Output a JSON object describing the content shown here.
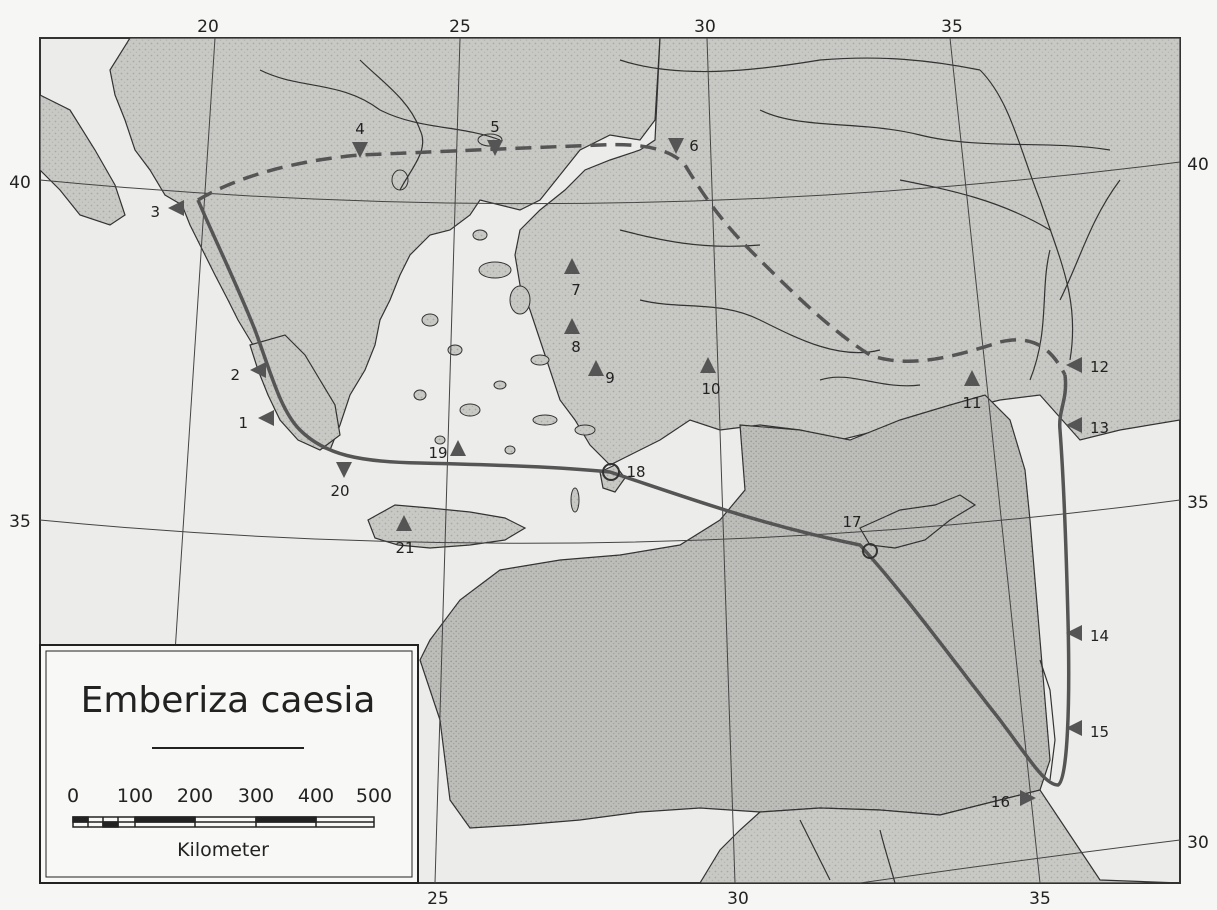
{
  "map": {
    "species": "Emberiza caesia",
    "scale": {
      "ticks": [
        "0",
        "100",
        "200",
        "300",
        "400",
        "500"
      ],
      "unit": "Kilometer"
    },
    "graticule": {
      "top_longitudes": [
        "20",
        "25",
        "30",
        "35"
      ],
      "bottom_longitudes": [
        "25",
        "30",
        "35"
      ],
      "left_latitudes": [
        "40",
        "35"
      ],
      "right_latitudes": [
        "40",
        "35",
        "30"
      ]
    },
    "sites": [
      {
        "label": "1",
        "dir": "right"
      },
      {
        "label": "2",
        "dir": "right"
      },
      {
        "label": "3",
        "dir": "right"
      },
      {
        "label": "4",
        "dir": "down"
      },
      {
        "label": "5",
        "dir": "down"
      },
      {
        "label": "6",
        "dir": "down"
      },
      {
        "label": "7",
        "dir": "up"
      },
      {
        "label": "8",
        "dir": "up"
      },
      {
        "label": "9",
        "dir": "up"
      },
      {
        "label": "10",
        "dir": "up"
      },
      {
        "label": "11",
        "dir": "up"
      },
      {
        "label": "12",
        "dir": "left"
      },
      {
        "label": "13",
        "dir": "left"
      },
      {
        "label": "14",
        "dir": "left"
      },
      {
        "label": "15",
        "dir": "left"
      },
      {
        "label": "16",
        "dir": "right"
      },
      {
        "label": "17",
        "dir": "none"
      },
      {
        "label": "18",
        "dir": "none"
      },
      {
        "label": "19",
        "dir": "up"
      },
      {
        "label": "20",
        "dir": "down"
      },
      {
        "label": "21",
        "dir": "up"
      }
    ],
    "colors": {
      "sea": "#f4f4f2",
      "land": "#c9c9c6",
      "line": "#555555",
      "ink": "#222222"
    }
  }
}
